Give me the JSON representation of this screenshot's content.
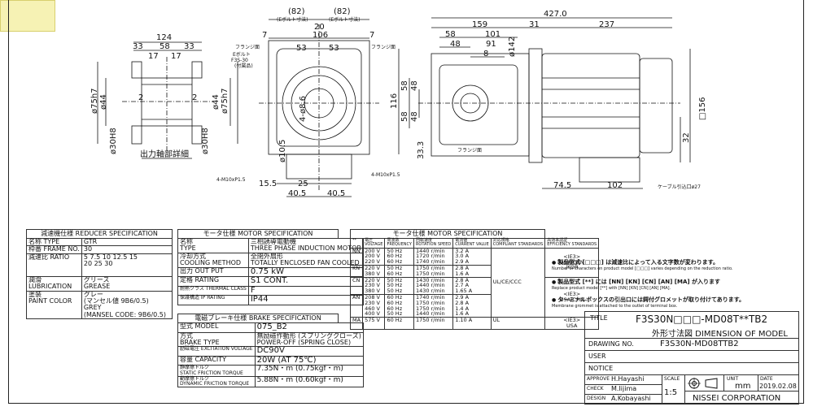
{
  "drawing": {
    "dims": {
      "d124": "124",
      "d33a": "33",
      "d58a": "58",
      "d33b": "33",
      "d17a": "17",
      "d17b": "17",
      "d2a": "2",
      "d2b": "2",
      "phi75h7a": "ø75h7",
      "phi44a": "ø44",
      "phi44b": "ø44",
      "phi75h7b": "ø75h7",
      "phi30h8a": "ø30H8",
      "phi30h8b": "ø30H8",
      "detail_caption": "出力軸部詳細",
      "d82a": "(82)",
      "d82b": "(82)",
      "d20": "20",
      "d7a": "7",
      "d106": "106",
      "d7b": "7",
      "d53a": "53",
      "d53b": "53",
      "eyebolt_top": "(Eボルト寸法)",
      "eyebolt_top2": "(Eボルト寸法)",
      "flange_face": "フランジ面",
      "flange_face2": "フランジ面",
      "eyebolt_note": "Eボルト",
      "eyebolt_f3s": "F3S-30",
      "eyebolt_attached": "(付属品)",
      "hole": "4-ø8.6",
      "phi105": "ø10.5",
      "m10a": "4-M10xP1.5",
      "m10b": "4-M10xP1.5",
      "d155": "15.5",
      "d25": "25",
      "d405a": "40.5",
      "d405b": "40.5",
      "d427": "427.0",
      "d159": "159",
      "d31": "31",
      "d237": "237",
      "d58b": "58",
      "d101": "101",
      "d48": "48",
      "d91": "91",
      "d8": "8",
      "phi142": "ø142",
      "d116": "116",
      "d58c": "58",
      "d48b": "48",
      "d58d": "58",
      "d48c": "48",
      "d333": "33.3",
      "d745": "74.5",
      "d102": "102",
      "phi156": "□156",
      "d32": "32",
      "flange_face3": "フランジ面",
      "cable_grommet": "ケーブル引込口ø27"
    }
  },
  "reducer": {
    "header": "減速機仕様 REDUCER SPECIFICATION",
    "rows": [
      {
        "k": "名称  TYPE",
        "v": "GTR"
      },
      {
        "k": "枠番  FRAME NO.",
        "v": "30"
      },
      {
        "k": "減速比  RATIO",
        "v": "5 7.5 10 12.5 15\n20 25 30"
      },
      {
        "k": "潤滑\nLUBRICATION",
        "v": "グリース\nGREASE"
      },
      {
        "k": "塗装\nPAINT COLOR",
        "v": "グレー\n(マンセル値 9B6/0.5)\nGREY\n(MANSEL CODE: 9B6/0.5)"
      }
    ]
  },
  "motor": {
    "header": "モータ仕様 MOTOR SPECIFICATION",
    "rows": [
      {
        "k": "名称\nTYPE",
        "v": "三相誘導電動機\nTHREE PHASE INDUCTION MOTOR"
      },
      {
        "k": "冷却方式\nCOOLING METHOD",
        "v": "全閉外扇形\nTOTALLY ENCLOSED FAN COOLED"
      },
      {
        "k": "出力  OUT PUT",
        "v": "0.75 kW"
      },
      {
        "k": "定格  RATING",
        "v": "S1 CONT."
      },
      {
        "k": "耐熱クラス THERMAL CLASS",
        "v": "F"
      },
      {
        "k": "保護構造 IP RATING",
        "v": "IP44"
      }
    ]
  },
  "brake": {
    "header": "電磁ブレーキ仕様 BRAKE SPECIFICATION",
    "rows": [
      {
        "k": "型式  MODEL",
        "v": "075_B2"
      },
      {
        "k": "方式\nBRAKE TYPE",
        "v": "無励磁作動形 (スプリングクローズ)\nPOWER-OFF (SPRING CLOSE)"
      },
      {
        "k": "励磁電圧 EXCITATION VOLTAGE",
        "v": "DC90V"
      },
      {
        "k": "容量  CAPACITY",
        "v": "20W (AT 75℃)"
      },
      {
        "k": "静摩擦トルク\nSTATIC FRICTION TORQUE",
        "v": "7.35N・m (0.75kgf・m)"
      },
      {
        "k": "動摩擦トルク\nDYNAMIC FRICTION TORQUE",
        "v": "5.88N・m (0.60kgf・m)"
      }
    ]
  },
  "motor2": {
    "header": "モータ仕様 MOTOR SPECIFICATION",
    "columns": [
      "**",
      "電圧\nVOLTAGE",
      "周波数\nFREQUENCY",
      "回転速度\nROTATION SPEED",
      "電流値\nCURRENT VALUE",
      "対応規格\nCOMPLIANT STANDARDS",
      "高効率認証\nEFFICIENCY STANDARDS"
    ],
    "groups": [
      {
        "code": "NN",
        "voltage": "200 V\n200 V\n220 V",
        "freq": "50 Hz\n60 Hz\n60 Hz",
        "speed": "1440 r/min\n1720 r/min\n1740 r/min",
        "current": "3.2 A\n3.0 A\n2.9 A"
      },
      {
        "code": "KN",
        "voltage": "220 V\n380 V",
        "freq": "50 Hz\n60 Hz",
        "speed": "1750 r/min\n1750 r/min",
        "current": "2.8 A\n1.6 A"
      },
      {
        "code": "CN",
        "voltage": "220 V\n230 V\n380 V",
        "freq": "50 Hz\n50 Hz\n50 Hz",
        "speed": "1430 r/min\n1440 r/min\n1430 r/min",
        "current": "2.8 A\n2.7 A\n1.65 A"
      },
      {
        "code": "AN",
        "voltage": "208 V\n230 V\n460 V\n400 V",
        "freq": "60 Hz\n60 Hz\n60 Hz\n50 Hz",
        "speed": "1740 r/min\n1750 r/min\n1750 r/min\n1440 r/min",
        "current": "2.9 A\n2.8 A\n1.4 A\n1.6 A"
      },
      {
        "code": "MA",
        "voltage": "575 V",
        "freq": "60 Hz",
        "speed": "1750 r/min",
        "current": "1.10 A"
      }
    ],
    "std_a": "UL/CE/CCC",
    "std_b": "UL",
    "eff_a": "<IE3>\nUSA/CHN\n/KOR",
    "eff_b": "<IE3>\nUSA/CHN",
    "eff_c": "<IE3>\nUSA"
  },
  "notes": [
    {
      "jp": "製品型式 [□□□] は減速比によって入る文字数が変わります。",
      "en": "Number of characters on product model [□□□] varies depending on the reduction ratio."
    },
    {
      "jp": "製品型式 [**] には [NN] [KN] [CN] [AN] [MA] が入ります",
      "en": "Replace product model [**] with [NN] [KN] [CN] [AN] [MA]."
    },
    {
      "jp": "ターミナルボックスの引出口には鍔付グロメットが取り付けてあります。",
      "en": "Membrane grommet is attached to the outlet of terminal box."
    }
  ],
  "title_block": {
    "title_label": "TITLE",
    "title": "F3S30N□□□-MD08T**TB2",
    "subtitle": "外形寸法図 DIMENSION OF MODEL",
    "drawing_no_label": "DRAWING NO.",
    "drawing_no": "F3S30N-MD08TTB2",
    "user_label": "USER",
    "notice_label": "NOTICE",
    "approve_label": "APPROVE",
    "approve": "H.Hayashi",
    "check_label": "CHECK",
    "check": "M.Iijima",
    "design_label": "DESIGN",
    "design": "A.Kobayashi",
    "scale_label": "SCALE",
    "scale": "1:5",
    "unit_label": "UNIT",
    "unit": "mm",
    "date_label": "DATE",
    "date": "2019.02.08",
    "company": "NISSEI CORPORATION"
  }
}
